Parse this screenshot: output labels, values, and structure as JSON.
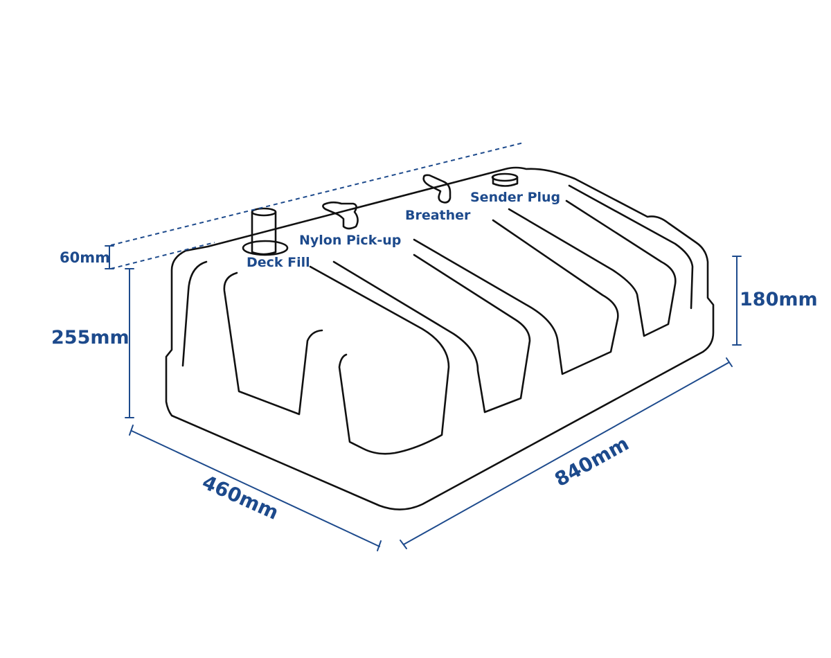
{
  "labels": {
    "deck_fill": "Deck Fill",
    "nylon_pickup": "Nylon Pick-up",
    "breather": "Breather",
    "sender_plug": "Sender Plug"
  },
  "dimensions": {
    "top_offset": "60mm",
    "left_height": "255mm",
    "right_height": "180mm",
    "width": "460mm",
    "length": "840mm"
  },
  "colors": {
    "accent": "#1d4a8c",
    "outline": "#111111"
  }
}
